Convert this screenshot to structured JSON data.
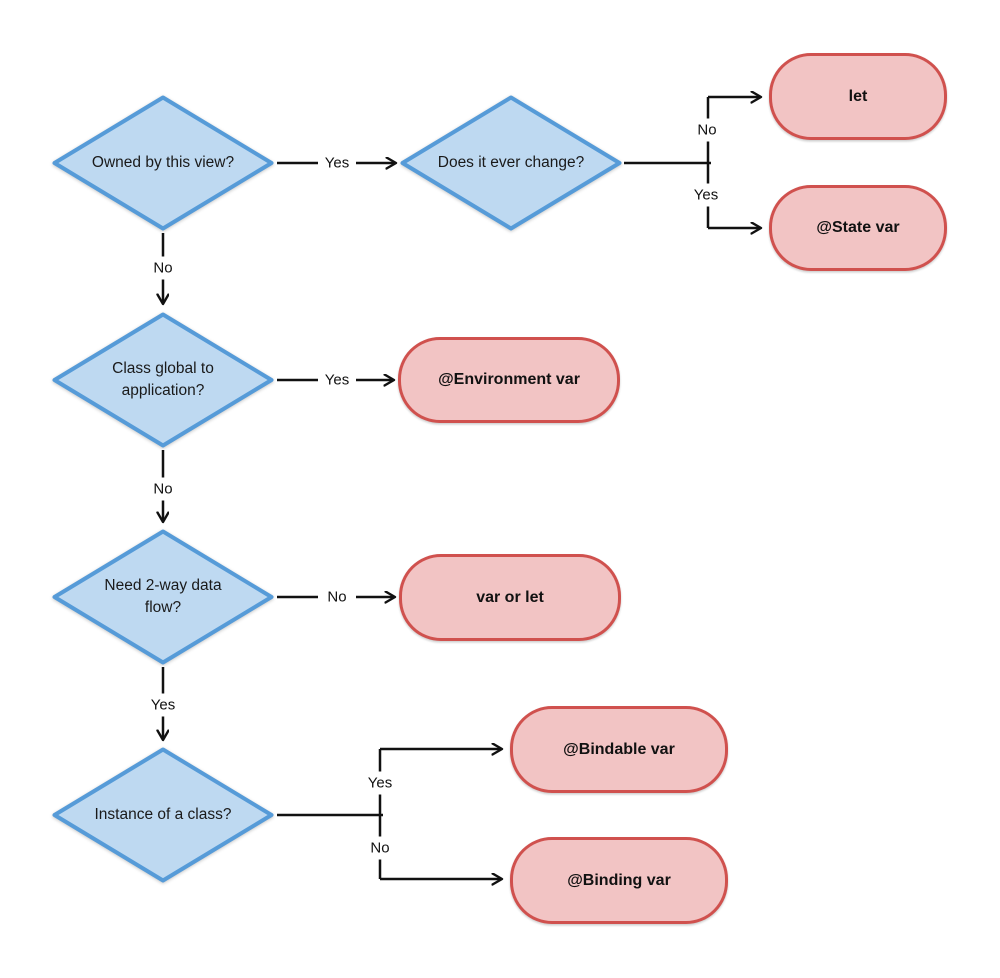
{
  "nodes": {
    "owned": {
      "type": "decision",
      "label": "Owned by this view?"
    },
    "change": {
      "type": "decision",
      "label": "Does it ever change?"
    },
    "global": {
      "type": "decision",
      "label": "Class global to\napplication?"
    },
    "twoway": {
      "type": "decision",
      "label": "Need 2-way data\nflow?"
    },
    "instance": {
      "type": "decision",
      "label": "Instance of a class?"
    },
    "let": {
      "type": "result",
      "label": "let"
    },
    "state": {
      "type": "result",
      "label": "@State var"
    },
    "environment": {
      "type": "result",
      "label": "@Environment var"
    },
    "var_or_let": {
      "type": "result",
      "label": "var or let"
    },
    "bindable": {
      "type": "result",
      "label": "@Bindable var"
    },
    "binding": {
      "type": "result",
      "label": "@Binding var"
    }
  },
  "edges": {
    "owned_yes": {
      "from": "owned",
      "to": "change",
      "label": "Yes"
    },
    "owned_no": {
      "from": "owned",
      "to": "global",
      "label": "No"
    },
    "change_no": {
      "from": "change",
      "to": "let",
      "label": "No"
    },
    "change_yes": {
      "from": "change",
      "to": "state",
      "label": "Yes"
    },
    "global_yes": {
      "from": "global",
      "to": "environment",
      "label": "Yes"
    },
    "global_no": {
      "from": "global",
      "to": "twoway",
      "label": "No"
    },
    "twoway_no": {
      "from": "twoway",
      "to": "var_or_let",
      "label": "No"
    },
    "twoway_yes": {
      "from": "twoway",
      "to": "instance",
      "label": "Yes"
    },
    "instance_yes": {
      "from": "instance",
      "to": "bindable",
      "label": "Yes"
    },
    "instance_no": {
      "from": "instance",
      "to": "binding",
      "label": "No"
    }
  },
  "colors": {
    "background": "#ffffff",
    "decision_fill": "#bed9f1",
    "decision_border": "#569bd8",
    "result_fill": "#f2c4c4",
    "result_border": "#d0514e",
    "connector": "#111111",
    "text": "#1a1a1a"
  }
}
